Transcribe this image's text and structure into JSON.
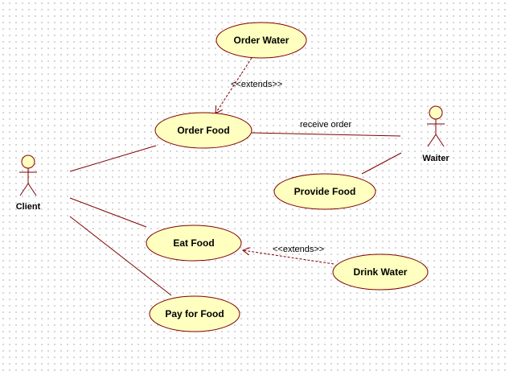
{
  "actors": {
    "client": "Client",
    "waiter": "Waiter"
  },
  "use_cases": {
    "order_water": "Order Water",
    "order_food": "Order Food",
    "provide_food": "Provide Food",
    "eat_food": "Eat Food",
    "drink_water": "Drink Water",
    "pay_for_food": "Pay for Food"
  },
  "relations": {
    "extends_1": "<<extends>>",
    "extends_2": "<<extends>>",
    "receive_order": "receive order"
  },
  "colors": {
    "fill": "#ffffc0",
    "stroke": "#800000"
  }
}
